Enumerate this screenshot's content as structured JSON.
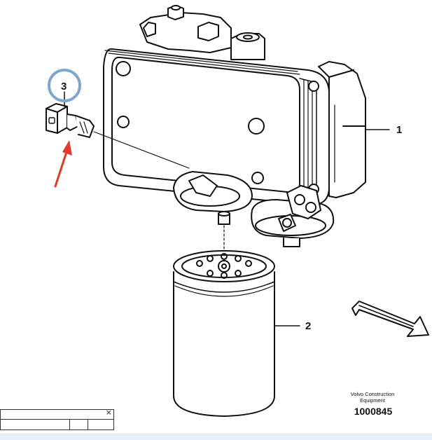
{
  "diagram": {
    "callouts": [
      {
        "id": "1",
        "label": "1",
        "part": "oil-cooler-assembly"
      },
      {
        "id": "2",
        "label": "2",
        "part": "oil-filter"
      },
      {
        "id": "3",
        "label": "3",
        "part": "sensor"
      }
    ],
    "brand_line1": "Volvo Construction",
    "brand_line2": "Equipment",
    "part_number": "1000845",
    "highlight_circle_color": "#7fa6cf",
    "pointer_arrow_color": "#e23a2a"
  },
  "widget": {
    "close_icon": "close-icon",
    "close_glyph": "×"
  }
}
